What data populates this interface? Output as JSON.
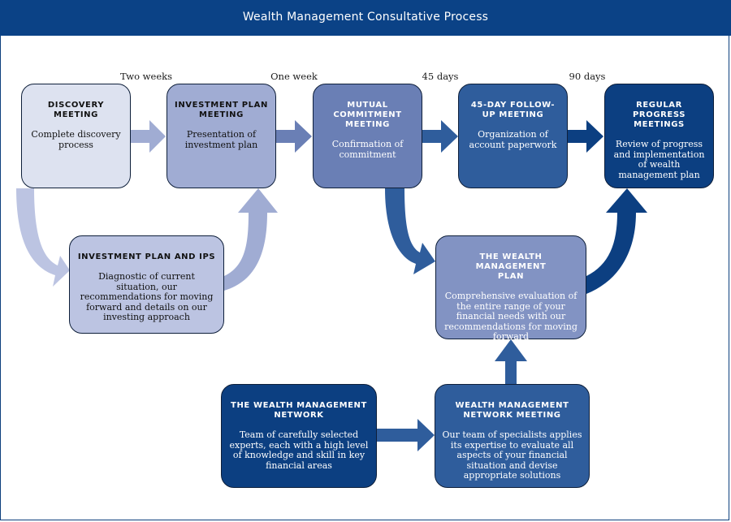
{
  "header": {
    "title": "Wealth Management Consultative Process"
  },
  "timeline": {
    "t1": "Two weeks",
    "t2": "One week",
    "t3": "45 days",
    "t4": "90 days"
  },
  "boxes": {
    "discovery": {
      "title": "DISCOVERY MEETING",
      "desc": "Complete discovery process"
    },
    "investment_plan_meeting": {
      "title": "INVESTMENT PLAN MEETING",
      "desc": "Presentation of investment plan"
    },
    "mutual_commitment": {
      "title": "MUTUAL COMMITMENT MEETING",
      "desc": "Confirmation of commitment"
    },
    "followup": {
      "title": "45-DAY FOLLOW-UP MEETING",
      "desc": "Organization of account paperwork"
    },
    "regular_progress": {
      "title": "REGULAR PROGRESS MEETINGS",
      "desc": "Review of progress and implementation of wealth management plan"
    },
    "investment_plan_ips": {
      "title": "INVESTMENT PLAN AND IPS",
      "desc": "Diagnostic of current situation, our recommendations for moving forward and details on our investing approach"
    },
    "wealth_plan": {
      "title": "THE WEALTH MANAGEMENT PLAN",
      "desc": "Comprehensive evaluation of the entire range of your financial needs with our recommendations for moving forward"
    },
    "network": {
      "title": "THE WEALTH MANAGEMENT NETWORK",
      "desc": "Team of carefully selected experts, each with a high level of knowledge and skill in key financial areas"
    },
    "network_meeting": {
      "title": "WEALTH MANAGEMENT NETWORK MEETING",
      "desc": "Our team of specialists applies its expertise to evaluate all aspects of your financial situation and devise appropriate solutions"
    }
  },
  "colors": {
    "header": "#0b4286",
    "step1": "#dde2f0",
    "step2": "#a0acd3",
    "step3": "#6a7fb5",
    "step4": "#2f5d9c",
    "step5": "#0c3f81",
    "ips": "#bcc4e2",
    "plan": "#8293c3",
    "network": "#0c3f81",
    "network_meeting": "#2f5d9c"
  }
}
